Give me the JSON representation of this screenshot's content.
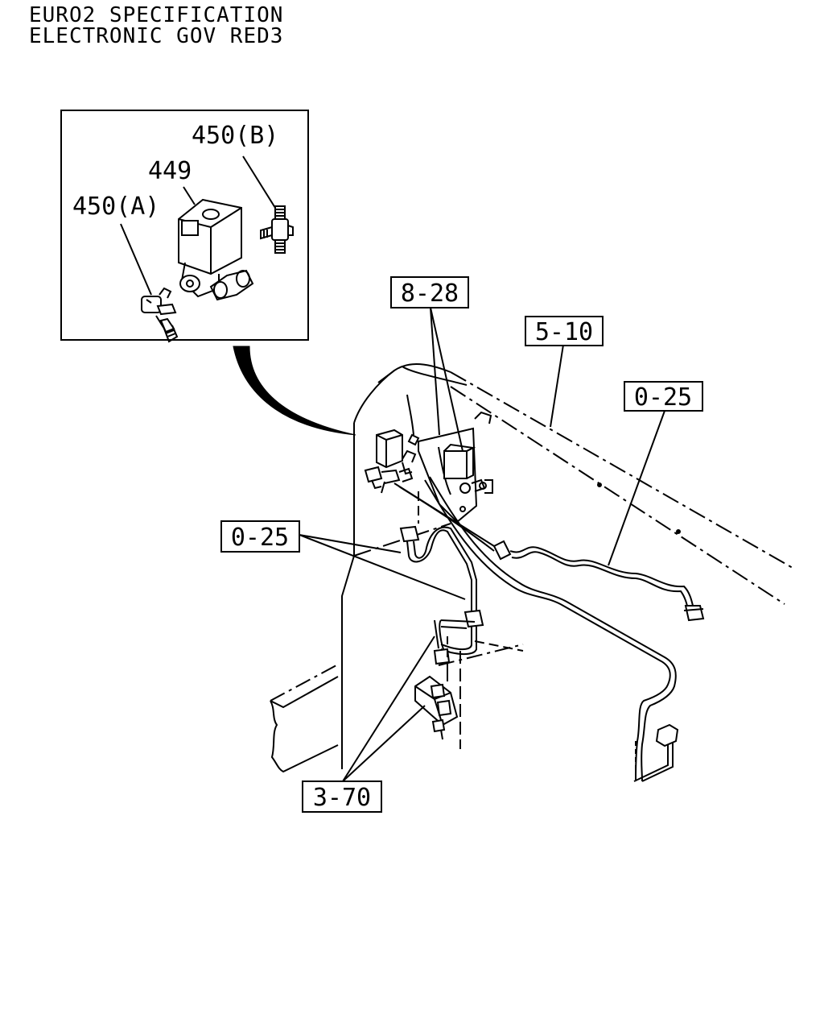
{
  "header": {
    "title_line_1": "EURO2 SPECIFICATION",
    "title_line_2": "ELECTRONIC GOV RED3"
  },
  "callouts": {
    "inset_450b": "450(B)",
    "inset_449": "449",
    "inset_450a": "450(A)",
    "ref_8_28": "8-28",
    "ref_5_10": "5-10",
    "ref_0_25_right": "0-25",
    "ref_0_25_left": "0-25",
    "ref_3_70": "3-70"
  },
  "colors": {
    "ink": "#000000",
    "paper": "#ffffff"
  }
}
